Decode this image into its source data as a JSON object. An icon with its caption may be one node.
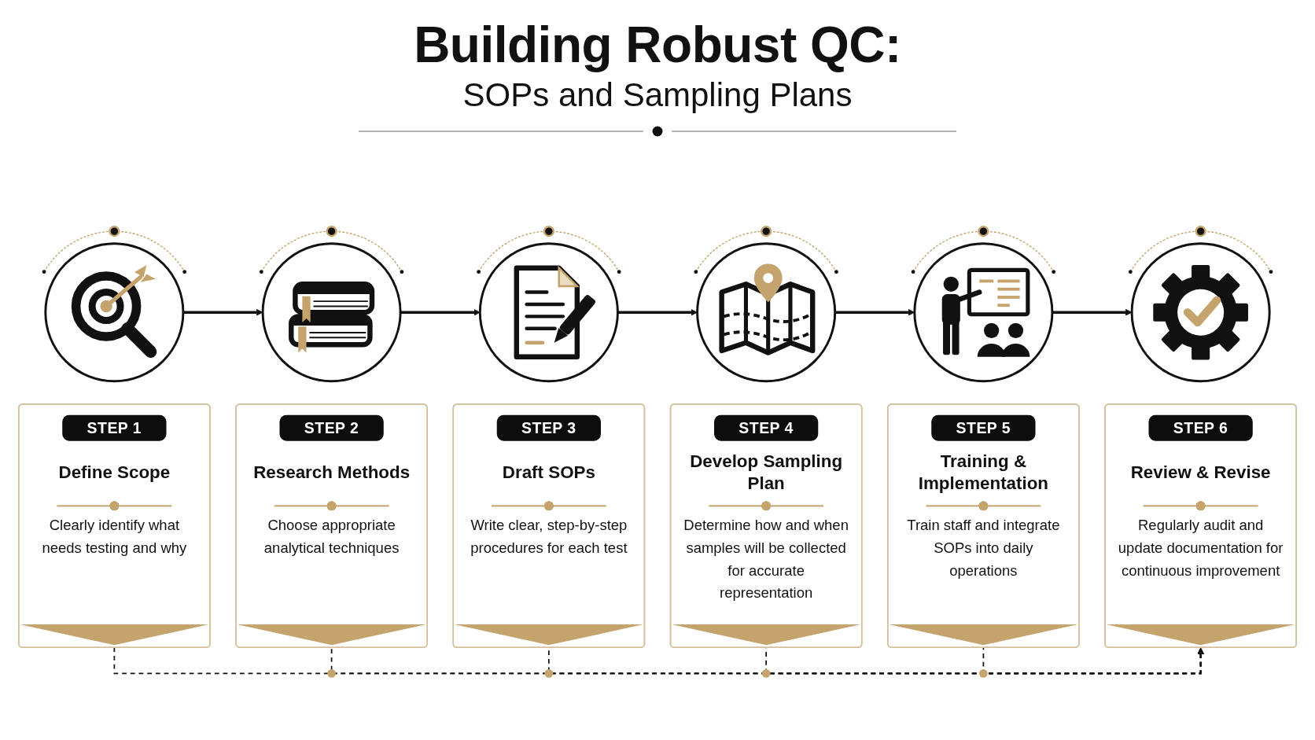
{
  "diagram": {
    "title": "Building Robust QC:",
    "nodes": [
      {
        "text": [],
        "shape": "circle"
      },
      {
        "text": [],
        "shape": "circle"
      },
      {
        "text": [],
        "shape": "circle"
      },
      {
        "text": [],
        "shape": "circle"
      },
      {
        "text": [],
        "shape": "circle"
      },
      {
        "text": [],
        "shape": "circle"
      },
      {
        "text": [
          "STEP 1",
          "Define Scope",
          "Clearly identify what needs testing and why"
        ]
      },
      {
        "text": [
          "STEP 2",
          "Research Methods",
          "Choose appropriate analytical techniques"
        ]
      },
      {
        "text": [
          "STEP 3",
          "Draft SOPs",
          "Write clear, step-by-step procedures for each test"
        ]
      },
      {
        "text": [
          "STEP 4",
          "Develop Sampling Plan",
          "Determine how and when samples will be collected for accurate representation"
        ]
      },
      {
        "text": [
          "STEP 5",
          "Training & Implementation",
          "Train staff and integrate SOPs into daily operations"
        ]
      },
      {
        "text": [
          "STEP 6",
          "Review & Revise",
          "Regularly audit and update documentation for continuous improvement"
        ]
      }
    ],
    "edges": [
      {
        "from": 0,
        "to": 1,
        "arrow": "to"
      },
      {
        "from": 1,
        "to": 2,
        "arrow": "to"
      },
      {
        "from": 2,
        "to": 3,
        "arrow": "to"
      },
      {
        "from": 3,
        "to": 4,
        "arrow": "to"
      },
      {
        "from": 4,
        "to": 5,
        "arrow": "to"
      },
      {
        "from": 6,
        "to": 11,
        "arrow": "to",
        "style": "dashed"
      },
      {
        "from": 7,
        "to": 11,
        "arrow": "to",
        "style": "dashed"
      },
      {
        "from": 8,
        "to": 11,
        "arrow": "to",
        "style": "dashed"
      },
      {
        "from": 9,
        "to": 11,
        "arrow": "to",
        "style": "dashed"
      },
      {
        "from": 10,
        "to": 11,
        "arrow": "to",
        "style": "dashed"
      }
    ],
    "labels": [
      "SOPs and Sampling Plans"
    ]
  }
}
